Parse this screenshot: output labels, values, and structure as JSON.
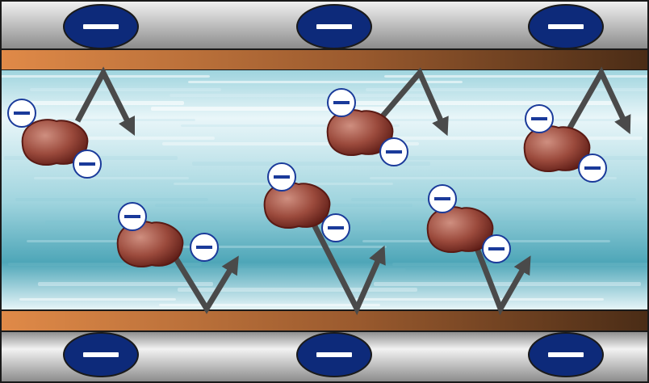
{
  "colors": {
    "border": "#1a1a1a",
    "plate_light": "#f2f2f2",
    "plate_dark": "#8a8a8a",
    "copper_light": "#e08a48",
    "copper_mid": "#9a5a2e",
    "copper_dark": "#4a2c16",
    "fluid_light": "#e9f6f9",
    "fluid_mid": "#9fd4de",
    "fluid_dark": "#4ea6b8",
    "plate_charge_fill": "#0d2a7a",
    "plate_charge_stroke": "#ffffff",
    "particle_light": "#cf8f80",
    "particle_mid": "#9b4a3c",
    "particle_dark": "#5a1a14",
    "particle_charge_fill": "#ffffff",
    "particle_charge_stroke": "#1a3a9a",
    "arrow": "#4a4a4a"
  },
  "diagram": {
    "plate_charges": [
      {
        "plate": "top",
        "sign": "negative"
      },
      {
        "plate": "top",
        "sign": "negative"
      },
      {
        "plate": "top",
        "sign": "negative"
      },
      {
        "plate": "bottom",
        "sign": "negative"
      },
      {
        "plate": "bottom",
        "sign": "negative"
      },
      {
        "plate": "bottom",
        "sign": "negative"
      }
    ],
    "particles": [
      {
        "charges": 2,
        "bounce": "top-wall"
      },
      {
        "charges": 2,
        "bounce": "bottom-wall"
      },
      {
        "charges": 2,
        "bounce": "bottom-wall"
      },
      {
        "charges": 2,
        "bounce": "top-wall"
      },
      {
        "charges": 2,
        "bounce": "bottom-wall"
      },
      {
        "charges": 2,
        "bounce": "top-wall"
      }
    ],
    "icons": {
      "plate_charge": "minus-sign-icon",
      "particle_charge": "minus-sign-icon",
      "trajectory": "bounce-arrow-icon"
    }
  }
}
